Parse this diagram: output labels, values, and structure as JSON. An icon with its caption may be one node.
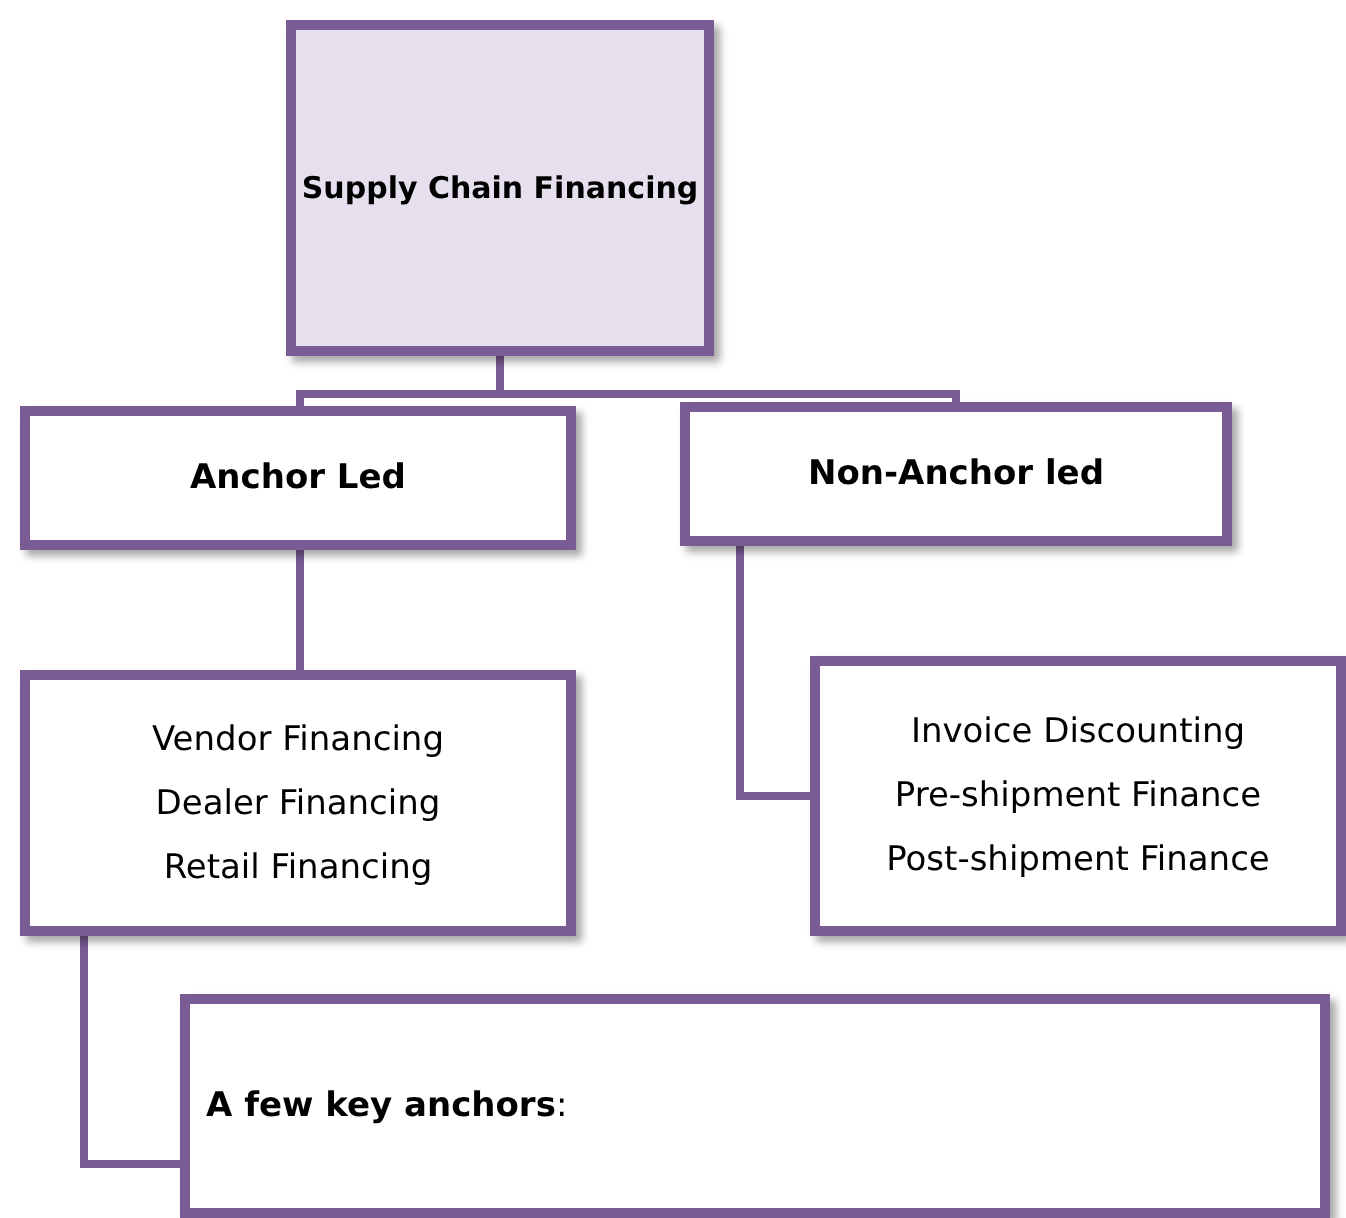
{
  "diagram": {
    "nodes": [
      {
        "text": [
          "Supply Chain Financing"
        ]
      },
      {
        "text": [
          "Anchor Led"
        ]
      },
      {
        "text": [
          "Non-Anchor led"
        ]
      },
      {
        "text": [
          "Vendor Financing",
          "Dealer Financing",
          "Retail Financing"
        ]
      },
      {
        "text": [
          "Invoice Discounting",
          "Pre-shipment Finance",
          "Post-shipment Finance"
        ]
      },
      {
        "text": [
          "**A few key anchors**:"
        ]
      }
    ],
    "edges": [
      {
        "from": 0,
        "to": 1,
        "arrow": "none"
      },
      {
        "from": 0,
        "to": 2,
        "arrow": "none"
      },
      {
        "from": 1,
        "to": 3,
        "arrow": "none"
      },
      {
        "from": 2,
        "to": 4,
        "arrow": "none"
      },
      {
        "from": 3,
        "to": 5,
        "arrow": "none"
      }
    ]
  }
}
